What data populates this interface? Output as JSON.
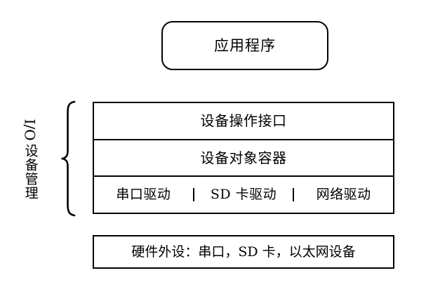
{
  "diagram": {
    "title_box": {
      "label": "应用程序",
      "shape": "rounded-rectangle"
    },
    "side_label": {
      "latin": "I/O",
      "cjk": "设备管理",
      "full": "I/O 设备管理",
      "brace": "left-curly-brace"
    },
    "stack": {
      "rows": [
        {
          "label": "设备操作接口"
        },
        {
          "label": "设备对象容器"
        }
      ],
      "drivers": [
        {
          "label": "串口驱动"
        },
        {
          "label": "SD 卡驱动"
        },
        {
          "label": "网络驱动"
        }
      ]
    },
    "hardware_box": {
      "label": "硬件外设：串口，SD 卡，以太网设备"
    },
    "colors": {
      "background": "#ffffff",
      "stroke": "#000000",
      "text": "#000000"
    }
  }
}
